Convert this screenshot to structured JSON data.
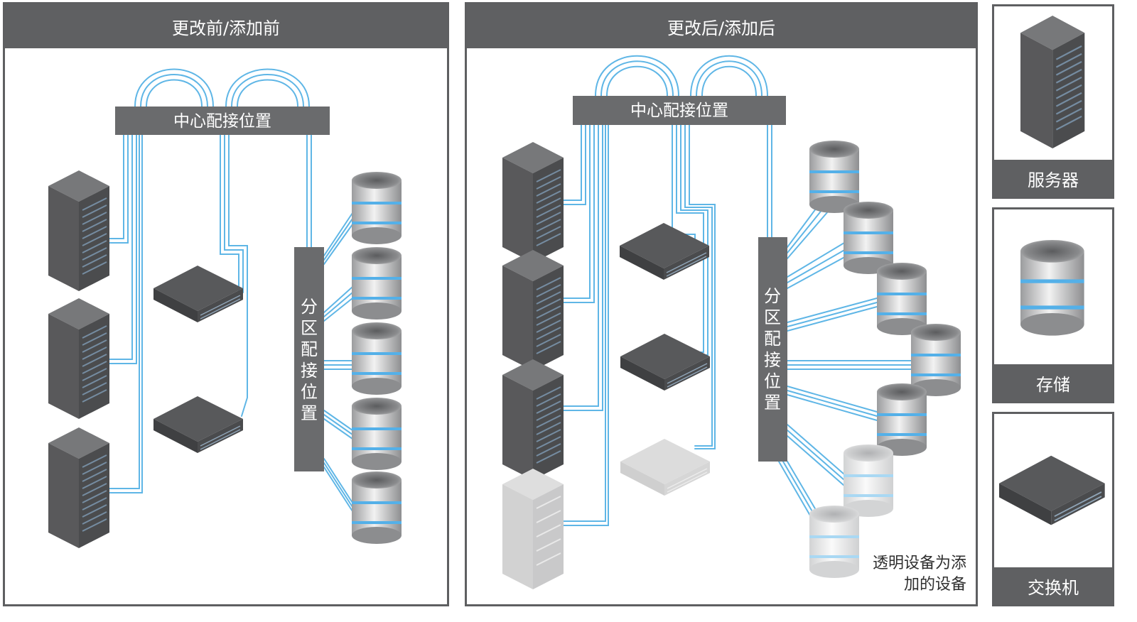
{
  "before": {
    "title": "更改前/添加前",
    "hub_label": "中心配接位置",
    "zone_label": "分区配接位置"
  },
  "after": {
    "title": "更改后/添加后",
    "hub_label": "中心配接位置",
    "zone_label": "分区配接位置"
  },
  "note": {
    "line1": "透明设备为添",
    "line2": "加的设备"
  },
  "legend": [
    {
      "label": "服务器",
      "icon": "server-rack-icon"
    },
    {
      "label": "存储",
      "icon": "storage-cylinder-icon"
    },
    {
      "label": "交换机",
      "icon": "network-switch-icon"
    }
  ],
  "colors": {
    "cable": "#5fb6e6",
    "panel_dark": "#5f6062",
    "device_dark": "#555658",
    "added_device": "#d9d9d9"
  }
}
